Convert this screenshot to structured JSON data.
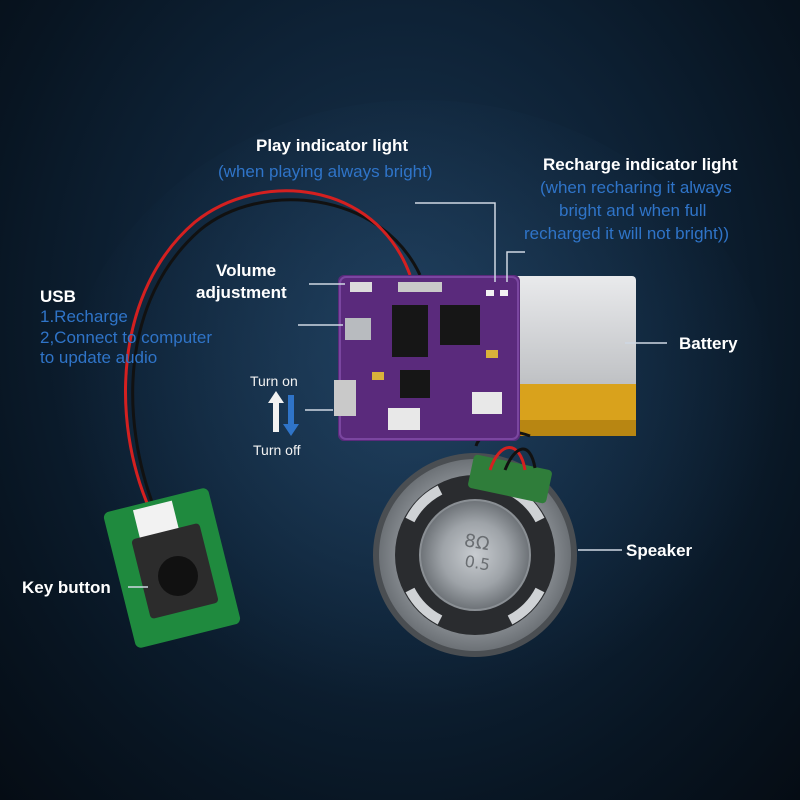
{
  "annotations": {
    "play_indicator": {
      "title": "Play indicator light",
      "note": "(when playing always bright)"
    },
    "recharge_indicator": {
      "title": "Recharge indicator light",
      "note_lines": [
        "(when recharing it always",
        "bright and when full",
        "recharged it will not bright))"
      ]
    },
    "volume": {
      "title_lines": [
        "Volume",
        "adjustment"
      ]
    },
    "usb": {
      "title": "USB",
      "note_lines": [
        "1.Recharge",
        "2,Connect to computer",
        "to update audio"
      ]
    },
    "battery": {
      "title": "Battery"
    },
    "switch": {
      "on": "Turn on",
      "off": "Turn off"
    },
    "key_button": {
      "title": "Key button"
    },
    "speaker": {
      "title": "Speaker"
    }
  },
  "colors": {
    "label": "#ffffff",
    "note": "#2f74c8",
    "pcb": "#5a2a7c",
    "battery_band": "#d9a21c",
    "leader_line": "#cfd8e3"
  }
}
